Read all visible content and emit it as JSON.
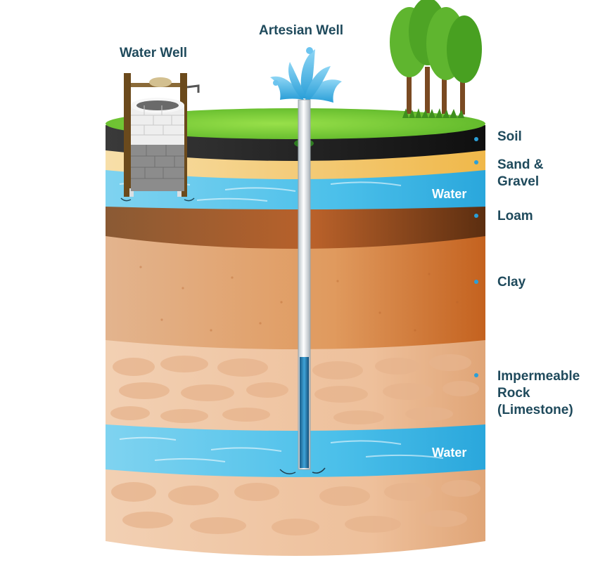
{
  "titles": {
    "water_well": "Water Well",
    "artesian_well": "Artesian Well"
  },
  "layers": [
    {
      "id": "soil",
      "label": "Soil",
      "color": "#1e1e1e"
    },
    {
      "id": "sand_gravel",
      "label": "Sand & Gravel",
      "color": "#f2c26e"
    },
    {
      "id": "water_upper",
      "label": "Water",
      "color": "#33b7e6"
    },
    {
      "id": "loam",
      "label": "Loam",
      "color": "#7a3f14"
    },
    {
      "id": "clay",
      "label": "Clay",
      "color": "#cf7a3c"
    },
    {
      "id": "limestone",
      "label": "Impermeable Rock (Limestone)",
      "color": "#efc5a3"
    },
    {
      "id": "water_lower",
      "label": "Water",
      "color": "#33b7e6"
    },
    {
      "id": "bedrock",
      "label": "",
      "color": "#efc5a3"
    }
  ],
  "labels": {
    "soil": "Soil",
    "sand_gravel": "Sand & Gravel",
    "loam": "Loam",
    "clay": "Clay",
    "limestone": "Impermeable Rock (Limestone)",
    "water_upper": "Water",
    "water_lower": "Water"
  },
  "colors": {
    "label_text": "#1f4a5c",
    "grass": "#7ed03a",
    "water": "#33b7e6",
    "pipe": "#e8edf0"
  },
  "icons": [
    "tree-icon",
    "water-fountain-icon",
    "stone-well-icon",
    "pipe-icon"
  ]
}
